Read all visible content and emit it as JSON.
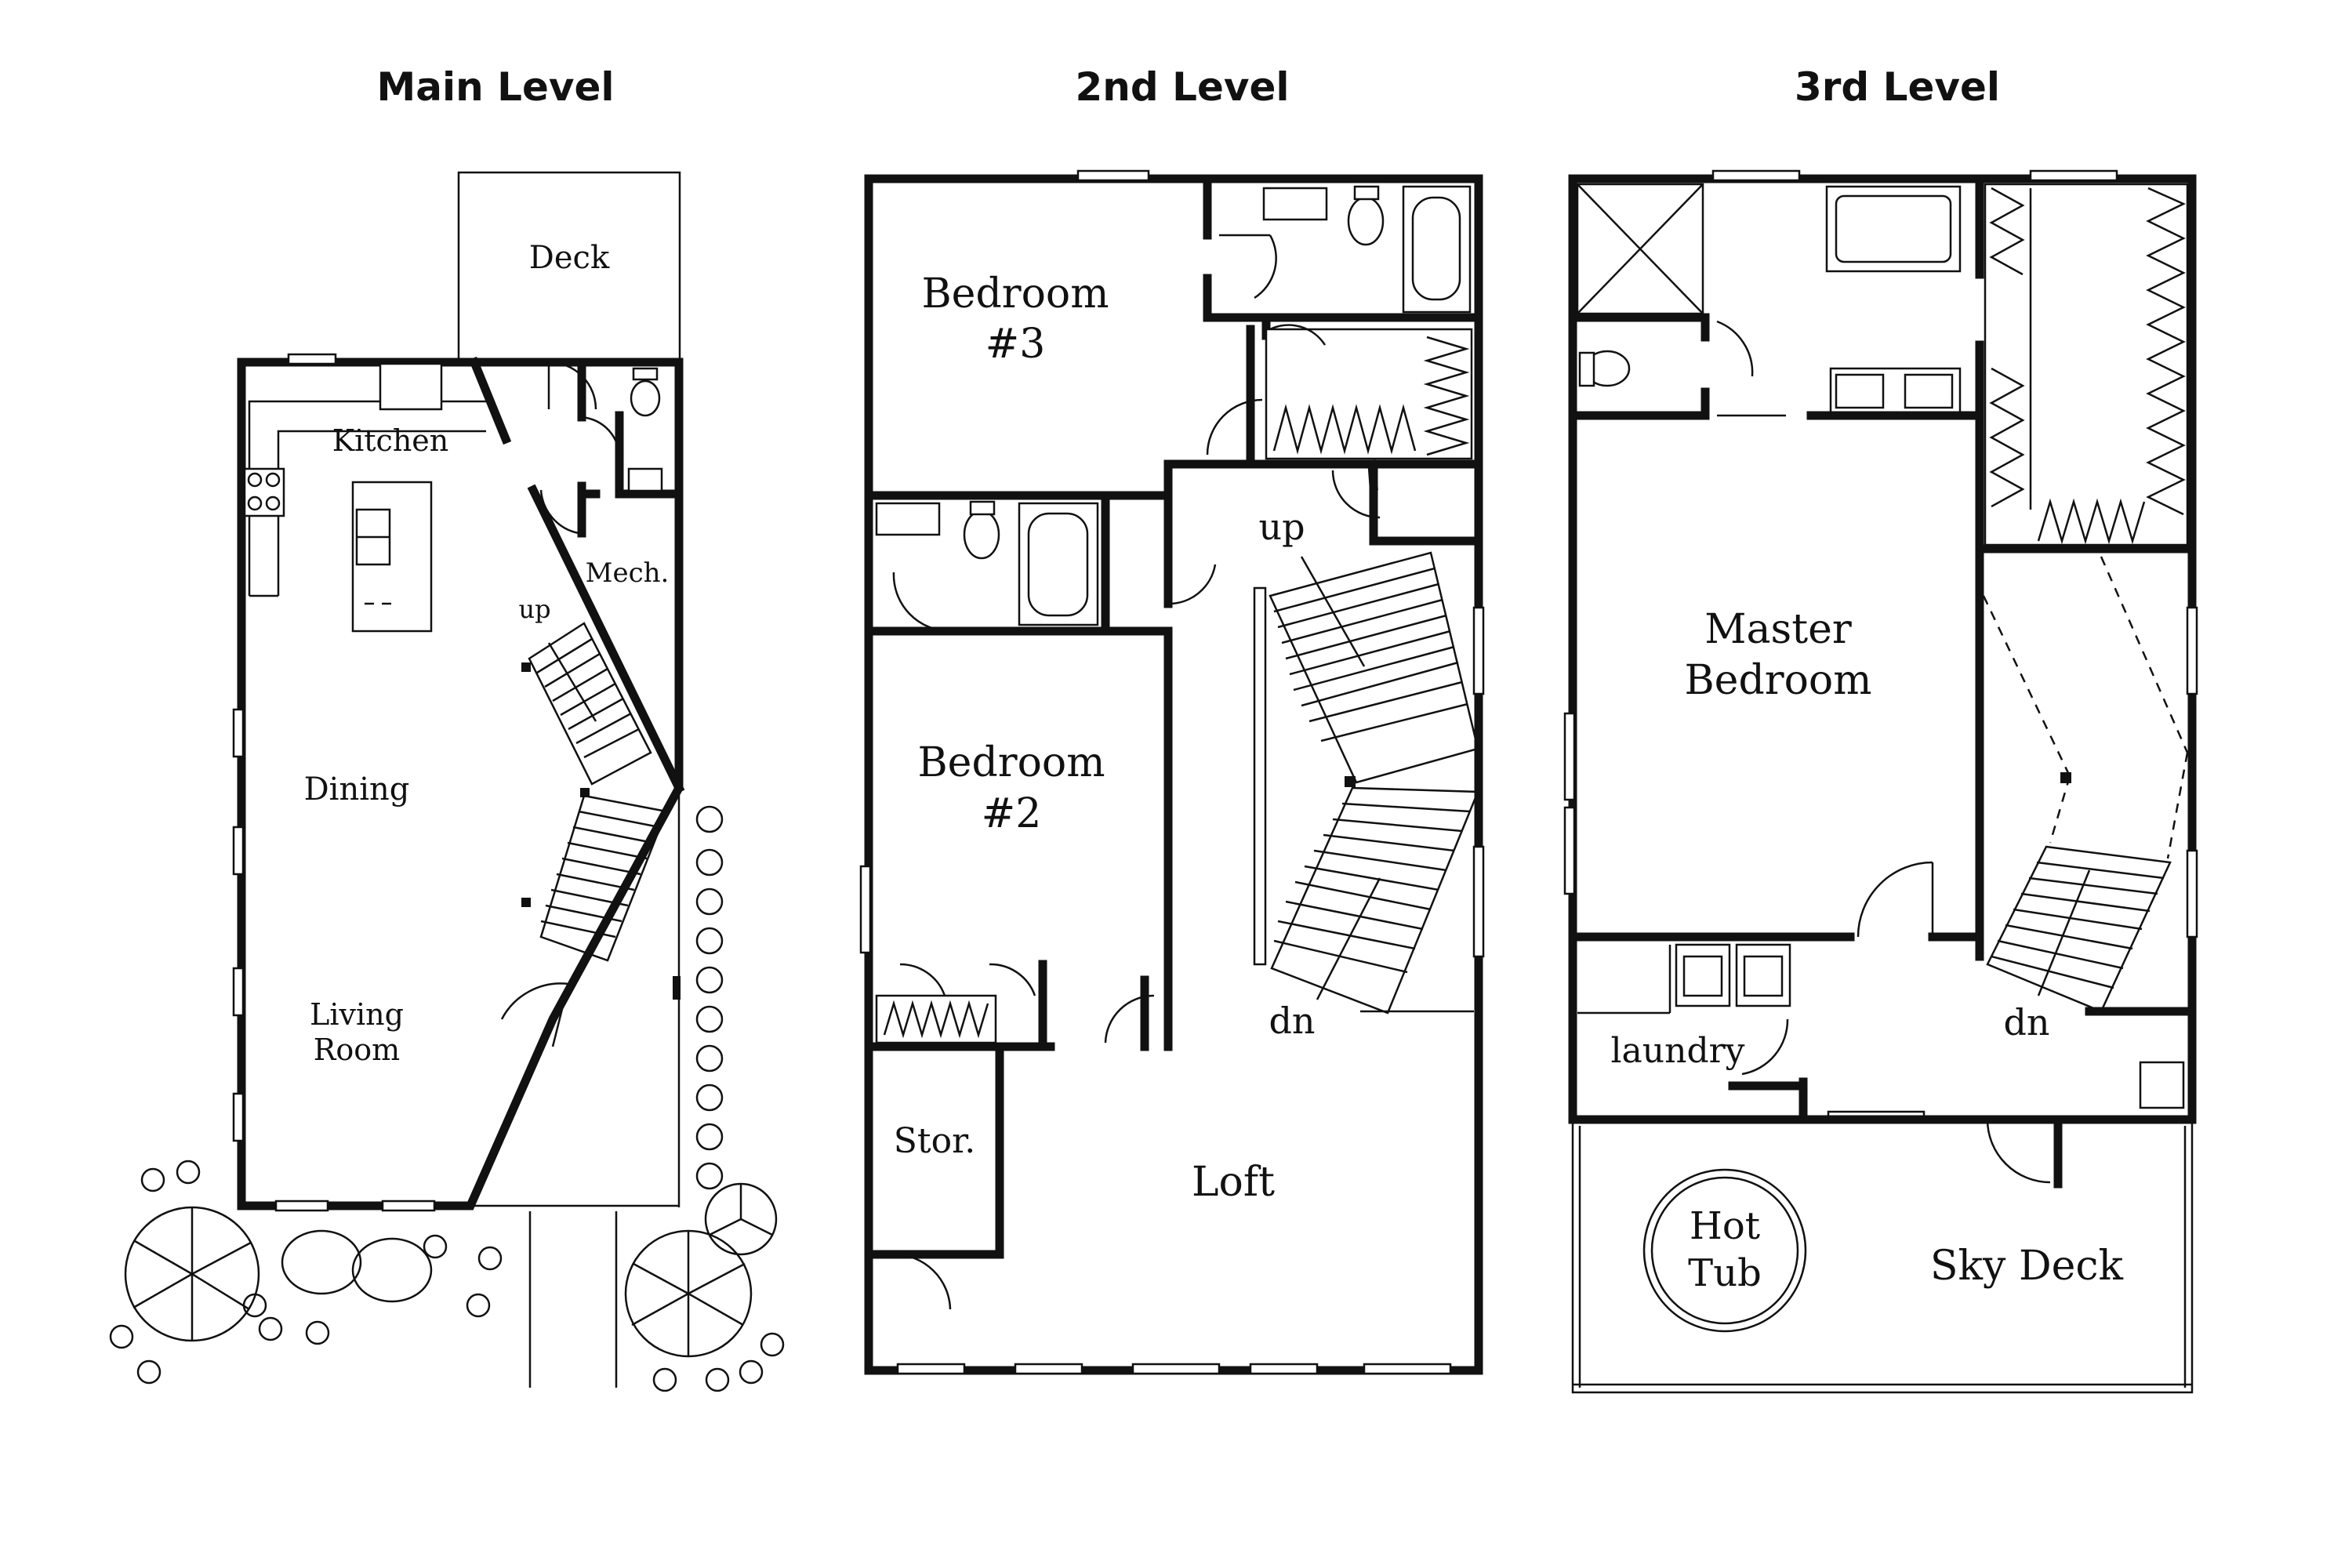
{
  "levels": [
    {
      "title": "Main Level",
      "rooms": {
        "deck": "Deck",
        "kitchen": "Kitchen",
        "mech": "Mech.",
        "dining": "Dining",
        "living_line1": "Living",
        "living_line2": "Room"
      },
      "stair_label": "up"
    },
    {
      "title": "2nd Level",
      "rooms": {
        "bedroom3_line1": "Bedroom",
        "bedroom3_line2": "#3",
        "bedroom2_line1": "Bedroom",
        "bedroom2_line2": "#2",
        "stor": "Stor.",
        "loft": "Loft"
      },
      "stair_up_label": "up",
      "stair_dn_label": "dn"
    },
    {
      "title": "3rd Level",
      "rooms": {
        "master_line1": "Master",
        "master_line2": "Bedroom",
        "laundry": "laundry",
        "hot_tub_line1": "Hot",
        "hot_tub_line2": "Tub",
        "sky_deck": "Sky Deck"
      },
      "stair_dn_label": "dn"
    }
  ]
}
